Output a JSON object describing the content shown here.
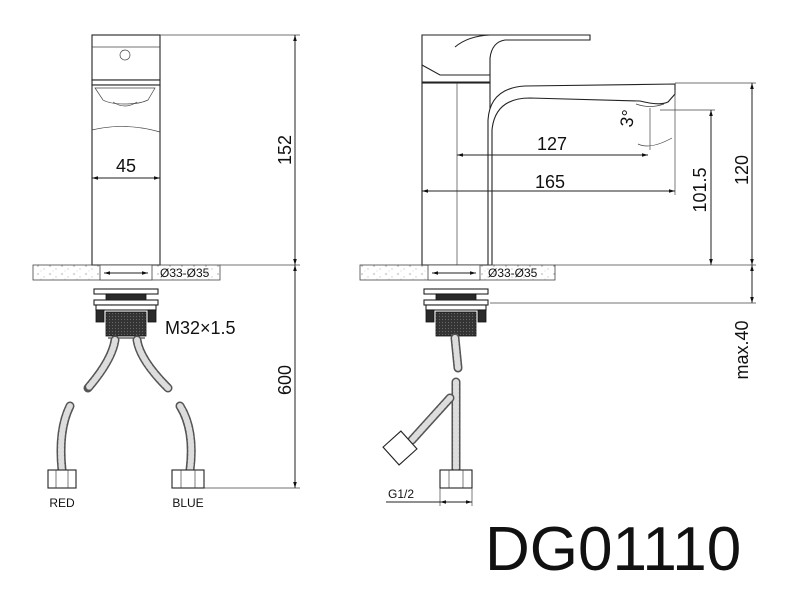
{
  "title": "DG01110",
  "front_view": {
    "width_dim": "45",
    "height_dim": "152",
    "hose_length_dim": "600",
    "hole_dim": "Ø33-Ø35",
    "thread_dim": "M32×1.5",
    "hose_labels": [
      "RED",
      "BLUE"
    ]
  },
  "side_view": {
    "reach_dim": "127",
    "length_dim": "165",
    "angle_dim": "3°",
    "outlet_height_dim": "101.5",
    "height_dim": "120",
    "max_deck_dim": "max.40",
    "hole_dim": "Ø33-Ø35",
    "connector_dim": "G1/2"
  },
  "colors": {
    "line": "#222222",
    "background": "#ffffff"
  }
}
